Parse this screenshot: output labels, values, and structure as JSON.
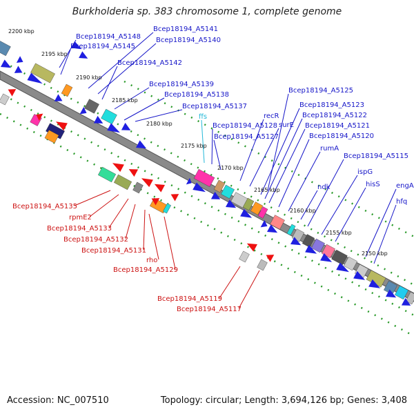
{
  "title": "Burkholderia sp. 383 chromosome 1, complete genome",
  "footer": {
    "accession": "Accession: NC_007510",
    "info": "Topology: circular; Length: 3,694,126 bp; Genes: 3,408"
  },
  "colors": {
    "backbone": "#7a7a7a",
    "forward_feature": "#1f1fe0",
    "reverse_feature": "#ee1111",
    "forward_label": "#1515c8",
    "reverse_label": "#cc1111",
    "rna_label": "#22b8d8",
    "tick": "#2a9a2a"
  },
  "scale_ticks": [
    "2200 kbp",
    "2195 kbp",
    "2190 kbp",
    "2185 kbp",
    "2180 kbp",
    "2175 kbp",
    "2170 kbp",
    "2165 kbp",
    "2160 kbp",
    "2155 kbp",
    "2150 kbp"
  ],
  "forward_labels": [
    "Bcep18194_A5148",
    "Bcep18194_A5145",
    "Bcep18194_A5141",
    "Bcep18194_A5140",
    "Bcep18194_A5142",
    "Bcep18194_A5139",
    "Bcep18194_A5138",
    "Bcep18194_A5137",
    "Bcep18194_A5128",
    "Bcep18194_A5127",
    "recR",
    "surE",
    "Bcep18194_A5125",
    "Bcep18194_A5123",
    "Bcep18194_A5122",
    "Bcep18194_A5121",
    "Bcep18194_A5120",
    "rumA",
    "Bcep18194_A5115",
    "ndk",
    "ispG",
    "hisS",
    "engA",
    "hfq"
  ],
  "rna_labels": [
    "ffs"
  ],
  "reverse_labels": [
    "Bcep18194_A5135",
    "rpmE2",
    "Bcep18194_A5133",
    "Bcep18194_A5132",
    "Bcep18194_A5131",
    "rho",
    "Bcep18194_A5129",
    "Bcep18194_A5119",
    "Bcep18194_A5117"
  ]
}
